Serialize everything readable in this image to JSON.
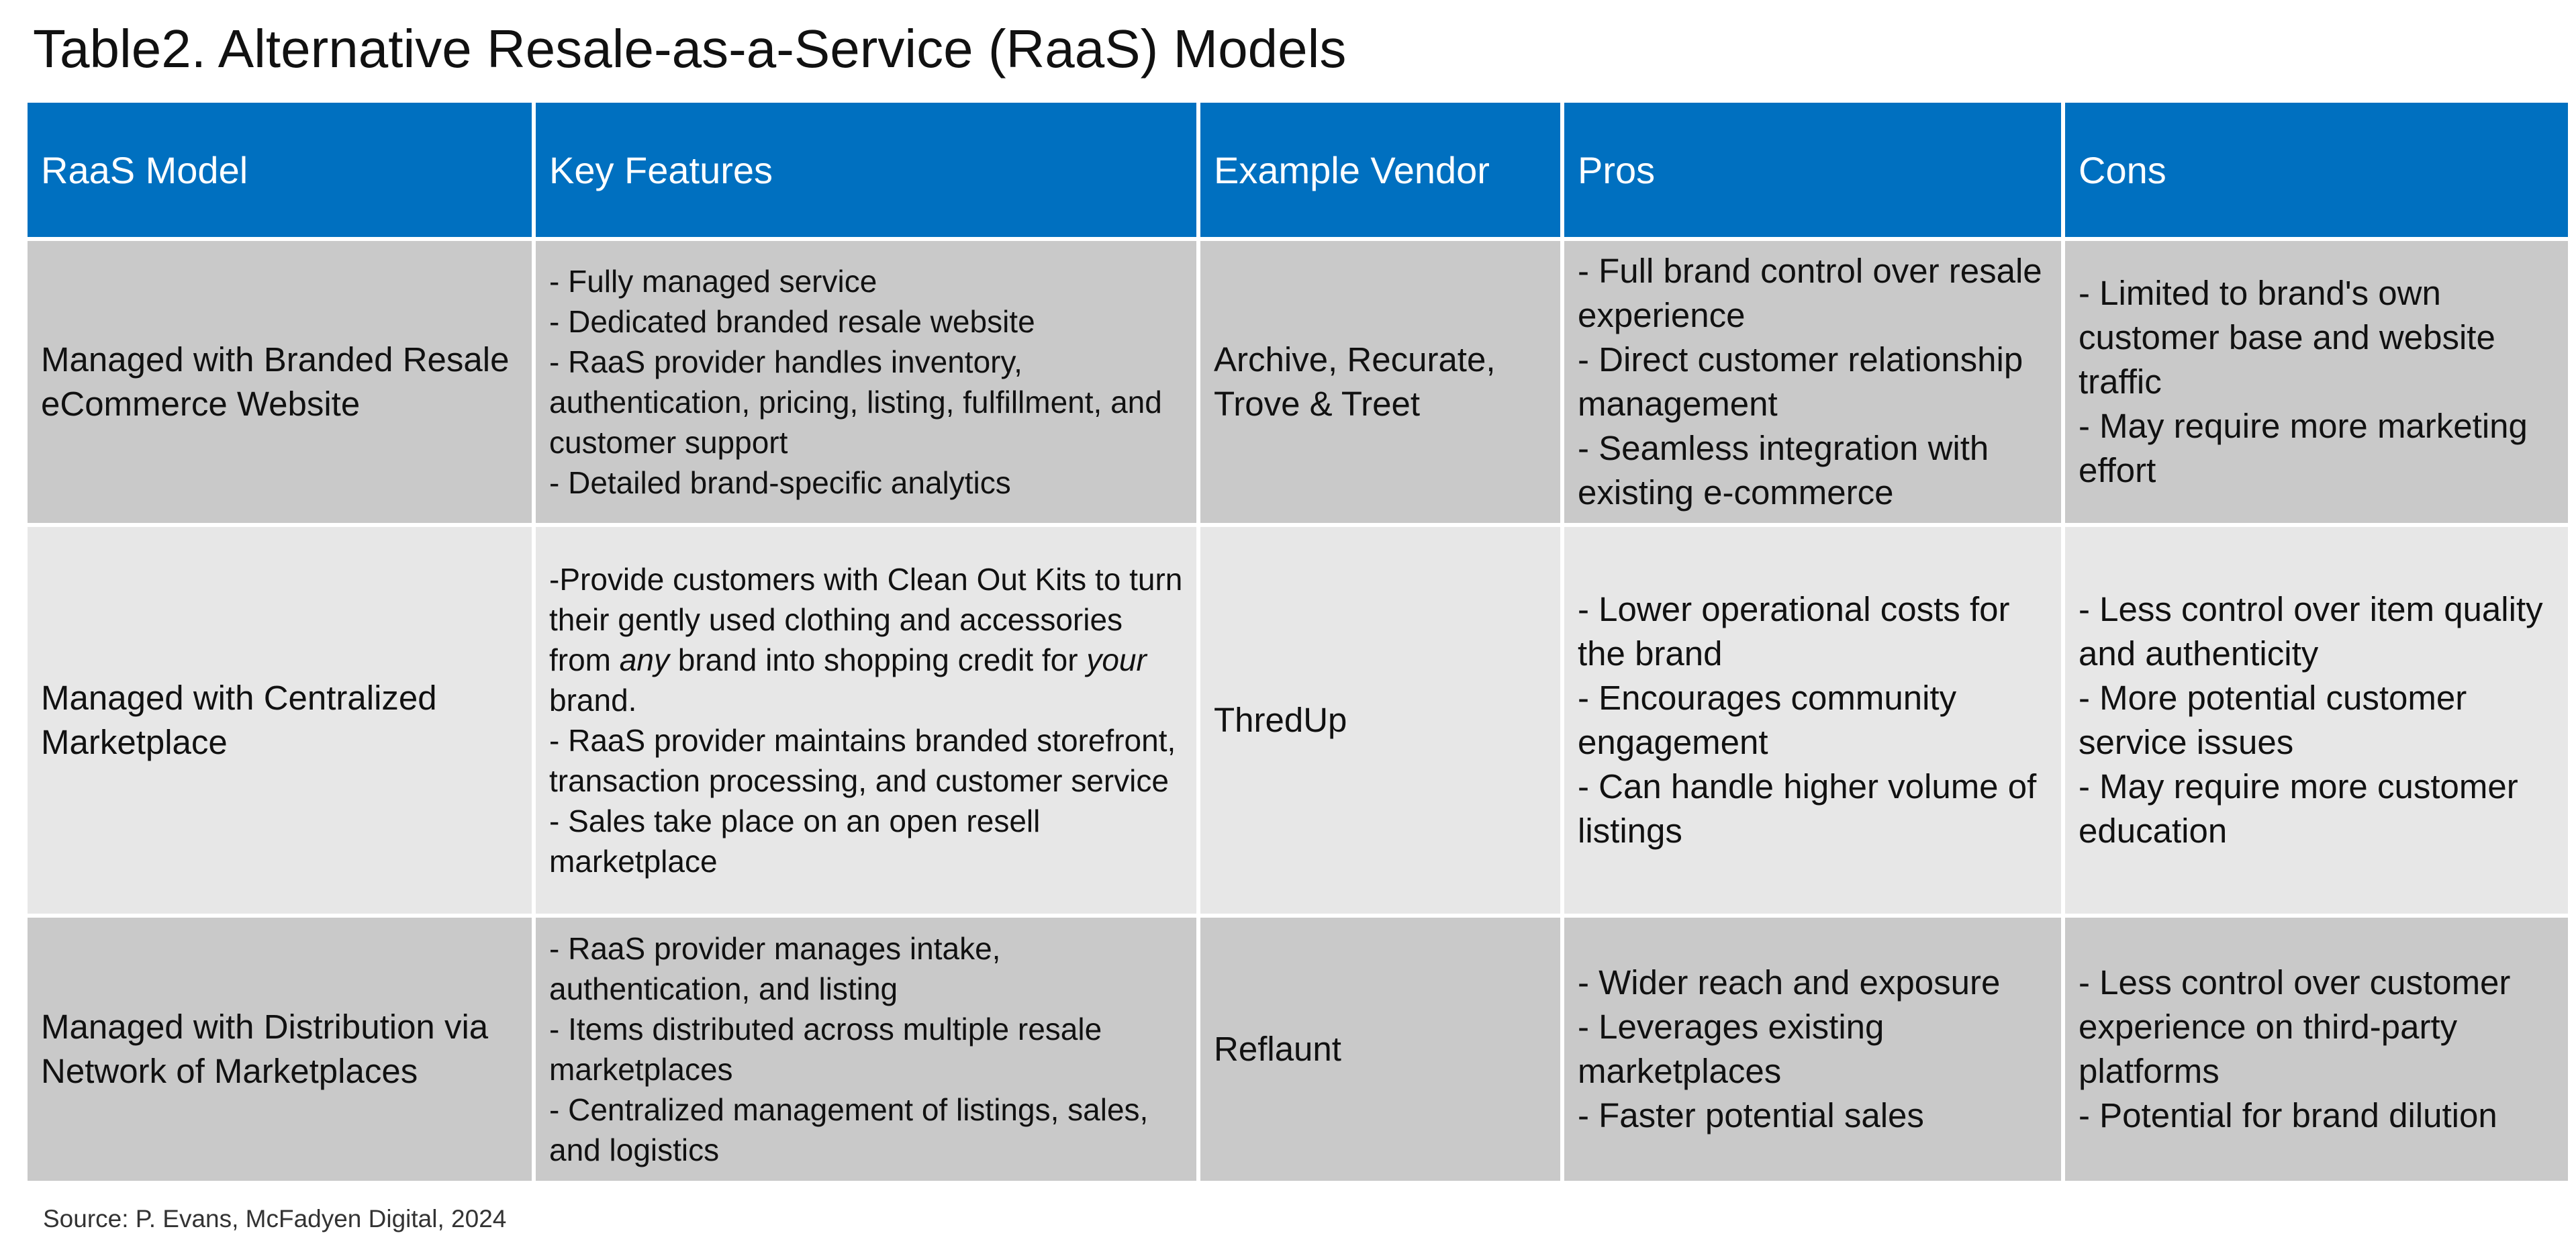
{
  "title": "Table2. Alternative Resale-as-a-Service (RaaS) Models",
  "colors": {
    "header_bg": "#0070C0",
    "row_dark": "#C9C9C9",
    "row_light": "#E7E7E7"
  },
  "table": {
    "headers": [
      "RaaS Model",
      "Key Features",
      "Example Vendor",
      "Pros",
      "Cons"
    ],
    "rows": [
      {
        "model": "Managed with Branded Resale eCommerce Website",
        "features": [
          "- Fully managed service",
          "- Dedicated branded resale website",
          "- RaaS provider handles inventory, authentication, pricing, listing, fulfillment, and customer support",
          "- Detailed brand-specific analytics"
        ],
        "vendor": "Archive, Recurate, Trove & Treet",
        "pros": [
          "- Full brand control over resale experience",
          "- Direct customer relationship management",
          "- Seamless integration with existing e-commerce"
        ],
        "cons": [
          "- Limited to brand's own customer base and website traffic",
          "- May require more marketing effort"
        ]
      },
      {
        "model": "Managed with Centralized Marketplace",
        "features_first": {
          "a": "-Provide customers with Clean Out Kits to turn their gently used clothing and accessories from ",
          "em1": "any",
          "b": "  brand into shopping credit for ",
          "em2": "your",
          "c": " brand."
        },
        "features": [
          "- RaaS provider maintains branded storefront, transaction processing, and customer service",
          "- Sales take place on an open resell marketplace"
        ],
        "vendor": "ThredUp",
        "pros": [
          "- Lower operational costs for the brand",
          "- Encourages community engagement",
          "- Can handle higher volume of listings"
        ],
        "cons": [
          "- Less control over item quality and authenticity",
          "- More potential customer service issues",
          "- May require more customer education"
        ]
      },
      {
        "model": "Managed with Distribution via Network of Marketplaces",
        "features": [
          "- RaaS provider manages intake, authentication, and listing",
          "- Items distributed across multiple resale marketplaces",
          "- Centralized management of listings, sales, and logistics"
        ],
        "vendor": "Reflaunt",
        "pros": [
          "- Wider reach and exposure",
          "- Leverages existing marketplaces",
          "- Faster potential sales"
        ],
        "cons": [
          "- Less control over customer experience on third-party platforms",
          "- Potential for brand dilution"
        ]
      }
    ]
  },
  "source": "Source: P. Evans, McFadyen Digital, 2024"
}
